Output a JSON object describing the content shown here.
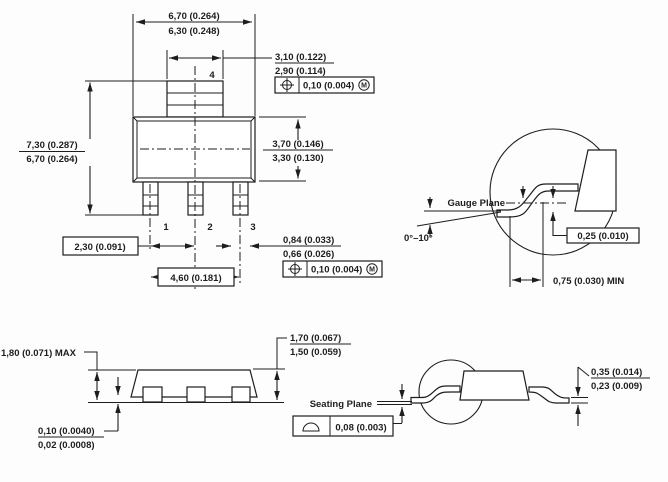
{
  "front_view": {
    "overall_width_max": "6,70 (0.264)",
    "overall_width_min": "6,30 (0.248)",
    "tab_width_max": "3,10 (0.122)",
    "tab_width_min": "2,90 (0.114)",
    "tab_tolerance": "0,10 (0.004)",
    "tab_tolerance_modifier": "M",
    "overall_height_max": "7,30 (0.287)",
    "overall_height_min": "6,70 (0.264)",
    "body_height_max": "3,70 (0.146)",
    "body_height_min": "3,30 (0.130)",
    "lead_pitch": "2,30 (0.091)",
    "lead_span": "4,60 (0.181)",
    "lead_width_max": "0,84 (0.033)",
    "lead_width_min": "0,66 (0.026)",
    "lead_tolerance": "0,10 (0.004)",
    "lead_tolerance_modifier": "M",
    "pin1": "1",
    "pin2": "2",
    "pin3": "3",
    "pin4": "4"
  },
  "gauge_detail": {
    "gauge_plane_label": "Gauge Plane",
    "lead_angle": "0°–10°",
    "gauge_offset": "0,25 (0.010)",
    "foot_length": "0,75 (0.030) MIN"
  },
  "side_view": {
    "max_height": "1,80 (0.071) MAX",
    "standoff_max": "0,10 (0.0040)",
    "standoff_min": "0,02 (0.0008)",
    "body_thickness_max": "1,70 (0.067)",
    "body_thickness_min": "1,50 (0.059)"
  },
  "seating_detail": {
    "seating_plane_label": "Seating Plane",
    "flatness_tolerance": "0,08 (0.003)",
    "lead_thickness_max": "0,35 (0.014)",
    "lead_thickness_min": "0,23 (0.009)"
  }
}
